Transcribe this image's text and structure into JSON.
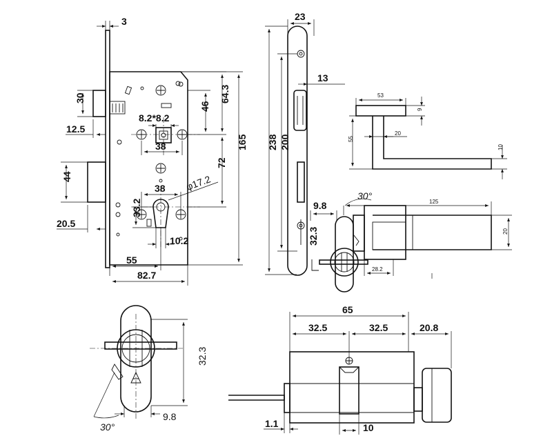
{
  "lock_body": {
    "faceplate_thickness": "3",
    "latch_height": "30",
    "latch_projection": "12.5",
    "handle_square": "8.2*8.2",
    "handle_holes_spacing_top": "38",
    "dim_46": "46",
    "dim_64_3": "64.3",
    "total_height": "165",
    "center_distance": "72",
    "bolt_height": "44",
    "bolt_projection": "20.5",
    "cylinder_holes_spacing": "38",
    "cylinder_hole_diameter": "φ17.2",
    "cylinder_hole_height": "33.2",
    "cylinder_offset": "10.2",
    "backset": "55",
    "body_depth": "82.7"
  },
  "forend": {
    "width": "23",
    "dim_13": "13",
    "total_length": "238",
    "screw_spacing": "200",
    "dim_9_8": "9.8",
    "dim_32_3": "32.3",
    "angle": "30°"
  },
  "handle": {
    "rose_length": "53",
    "rose_thickness": "9",
    "neck_offset": "20",
    "height": "55",
    "bar_thickness": "10",
    "lever_length": "125",
    "lever_height": "20",
    "dim_28_2": "28.2"
  },
  "cylinder_detail": {
    "height": "32.3",
    "width": "9.8",
    "angle": "30°"
  },
  "cylinder": {
    "total": "65",
    "half_a": "32.5",
    "half_b": "32.5",
    "knob": "20.8",
    "offset": "1.1",
    "cam": "10"
  }
}
